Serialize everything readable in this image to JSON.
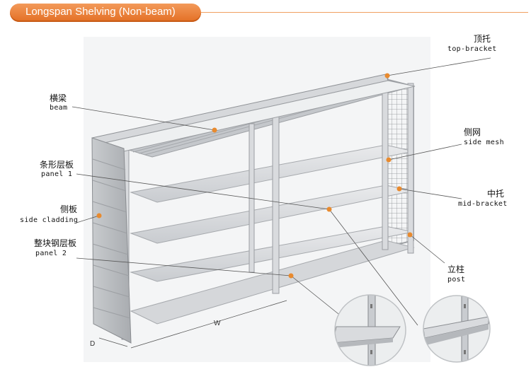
{
  "title": "Longspan Shelving (Non-beam)",
  "labels": {
    "top_bracket": {
      "cn": "顶托",
      "en": "top-bracket"
    },
    "beam": {
      "cn": "横梁",
      "en": "beam"
    },
    "side_mesh": {
      "cn": "侧网",
      "en": "side mesh"
    },
    "panel1": {
      "cn": "条形层板",
      "en": "panel 1"
    },
    "mid_bracket": {
      "cn": "中托",
      "en": "mid-bracket"
    },
    "side_cladding": {
      "cn": "侧板",
      "en": "side cladding"
    },
    "panel2": {
      "cn": "整块钢层板",
      "en": "panel 2"
    },
    "post": {
      "cn": "立柱",
      "en": "post"
    }
  },
  "dimensions": {
    "width": "W",
    "depth": "D"
  },
  "colors": {
    "accent": "#e88a2e",
    "frame": "#b9bcc0",
    "leader": "#555555"
  }
}
